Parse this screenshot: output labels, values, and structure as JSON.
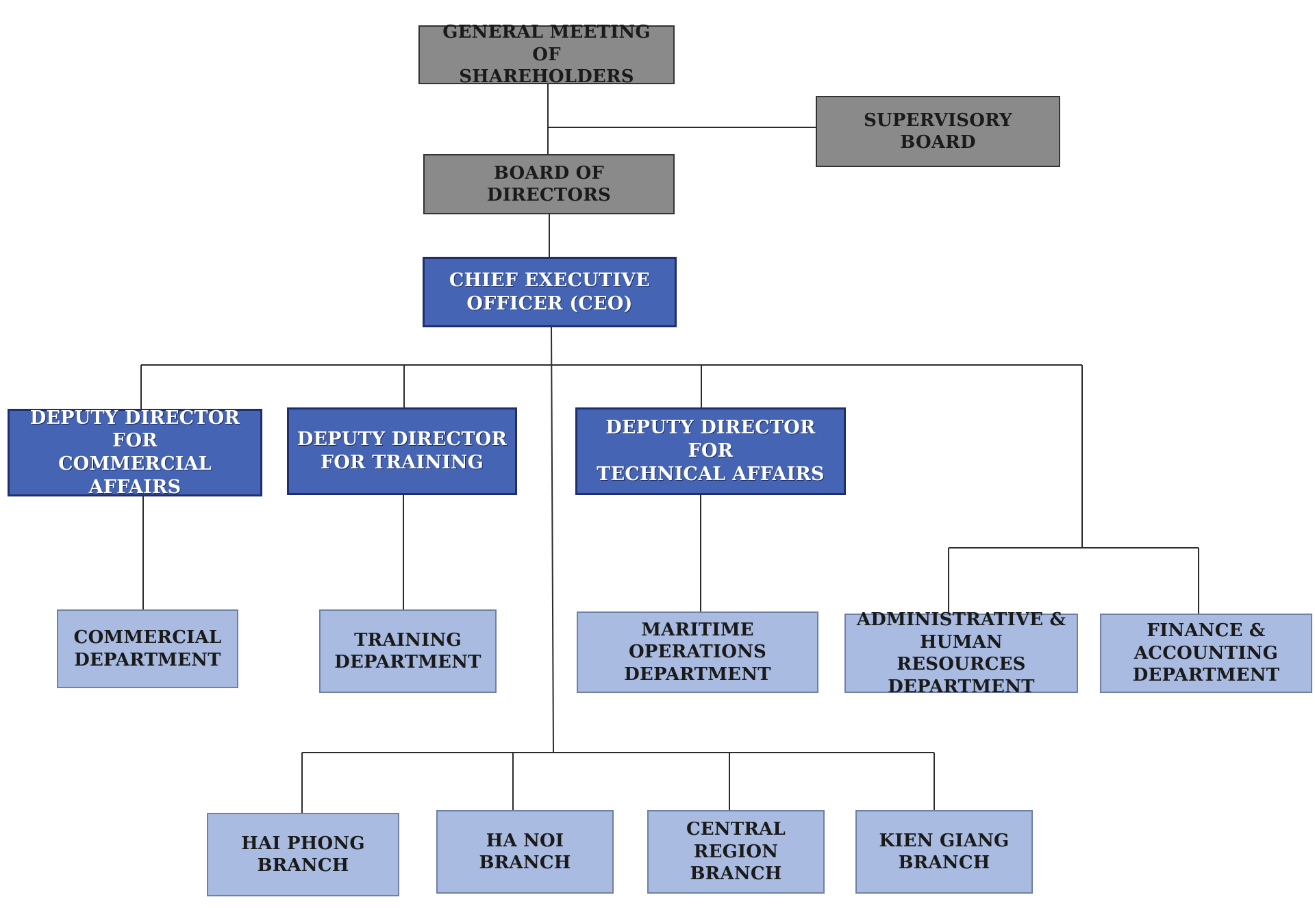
{
  "org_chart": {
    "general_meeting": [
      "GENERAL MEETING OF",
      "SHAREHOLDERS"
    ],
    "supervisory_board": [
      "SUPERVISORY BOARD"
    ],
    "board_of_directors": [
      "BOARD OF DIRECTORS"
    ],
    "ceo": [
      "CHIEF EXECUTIVE",
      "OFFICER (CEO)"
    ],
    "deputy_commercial": [
      "DEPUTY DIRECTOR FOR",
      "COMMERCIAL AFFAIRS"
    ],
    "deputy_training": [
      "DEPUTY DIRECTOR",
      "FOR TRAINING"
    ],
    "deputy_technical": [
      "DEPUTY DIRECTOR FOR",
      "TECHNICAL AFFAIRS"
    ],
    "commercial_department": [
      "COMMERCIAL",
      "DEPARTMENT"
    ],
    "training_department": [
      "TRAINING",
      "DEPARTMENT"
    ],
    "maritime_operations_department": [
      "MARITIME",
      "OPERATIONS",
      "DEPARTMENT"
    ],
    "admin_hr_department": [
      "ADMINISTRATIVE &",
      "HUMAN RESOURCES",
      "DEPARTMENT"
    ],
    "finance_accounting_department": [
      "FINANCE &",
      "ACCOUNTING",
      "DEPARTMENT"
    ],
    "hai_phong_branch": [
      "HAI PHONG",
      "BRANCH"
    ],
    "ha_noi_branch": [
      "HA NOI",
      "BRANCH"
    ],
    "central_region_branch": [
      "CENTRAL",
      "REGION BRANCH"
    ],
    "kien_giang_branch": [
      "KIEN GIANG",
      "BRANCH"
    ]
  },
  "colors": {
    "governance_box": "#8a8a8a",
    "executive_box": "#4565b4",
    "department_box": "#a9bbe0",
    "connector": "#2b2b2b"
  }
}
